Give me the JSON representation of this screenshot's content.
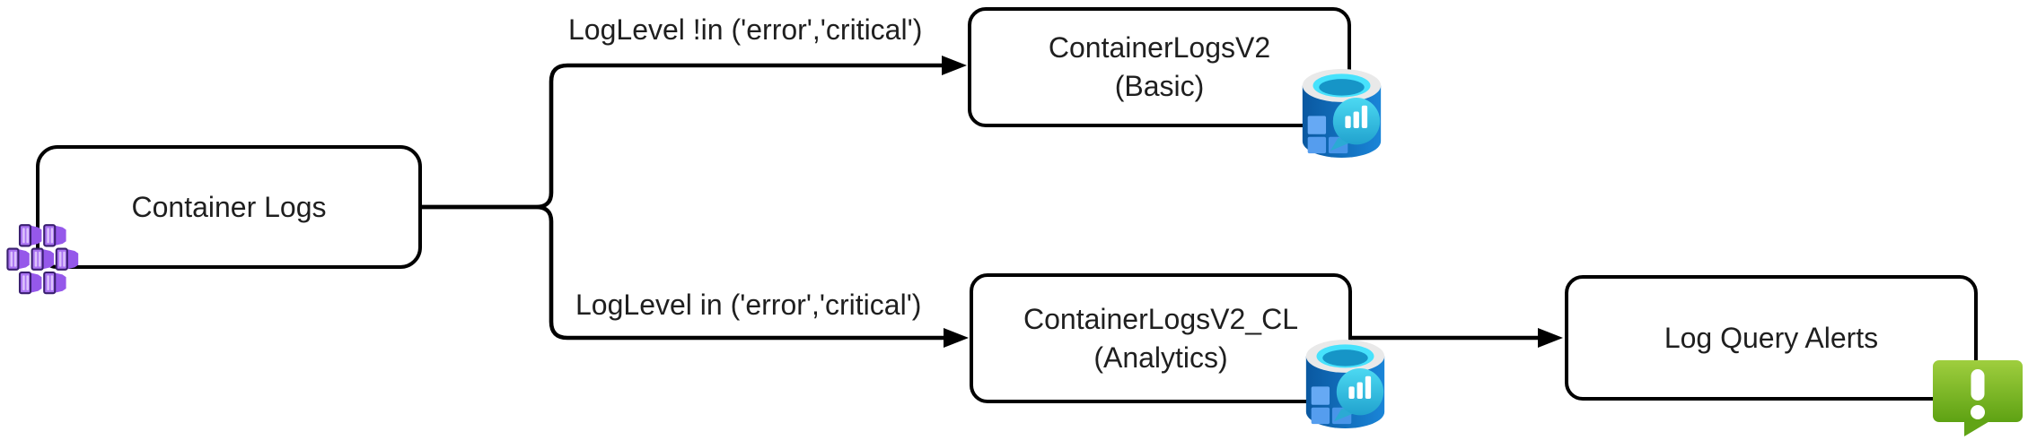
{
  "nodes": {
    "container_logs": {
      "label": "Container Logs",
      "icon": "container-instances-icon"
    },
    "basic_table": {
      "title": "ContainerLogsV2",
      "subtitle": "(Basic)",
      "icon": "log-analytics-icon"
    },
    "analytics_table": {
      "title": "ContainerLogsV2_CL",
      "subtitle": "(Analytics)",
      "icon": "log-analytics-icon"
    },
    "log_query_alerts": {
      "label": "Log Query Alerts",
      "icon": "log-query-alert-icon"
    }
  },
  "edges": {
    "to_basic": {
      "from": "container_logs",
      "to": "basic_table",
      "label": "LogLevel !in ('error','critical')"
    },
    "to_analytics": {
      "from": "container_logs",
      "to": "analytics_table",
      "label": "LogLevel in ('error','critical')"
    },
    "analytics_to_alerts": {
      "from": "analytics_table",
      "to": "log_query_alerts",
      "label": ""
    }
  },
  "colors": {
    "line": "#000000",
    "box_border": "#000000",
    "box_fill": "#ffffff",
    "text": "#1f1f1f",
    "container_icon_purple": "#9557ea",
    "log_analytics_blue": "#0d63ae",
    "log_analytics_cyan": "#4ae2fc",
    "alert_green": "#7cbc34"
  }
}
